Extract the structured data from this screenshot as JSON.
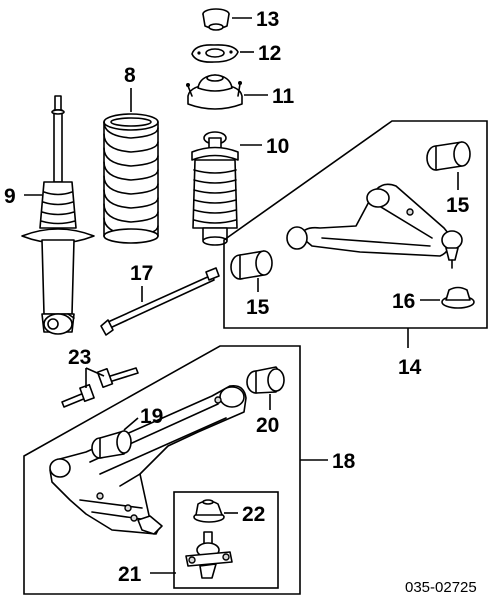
{
  "labels": {
    "p8": "8",
    "p9": "9",
    "p10": "10",
    "p11": "11",
    "p12": "12",
    "p13": "13",
    "p14": "14",
    "p15a": "15",
    "p15b": "15",
    "p16": "16",
    "p17": "17",
    "p18": "18",
    "p19": "19",
    "p20": "20",
    "p21": "21",
    "p22": "22",
    "p23": "23"
  },
  "diagram_code": "035-02725"
}
